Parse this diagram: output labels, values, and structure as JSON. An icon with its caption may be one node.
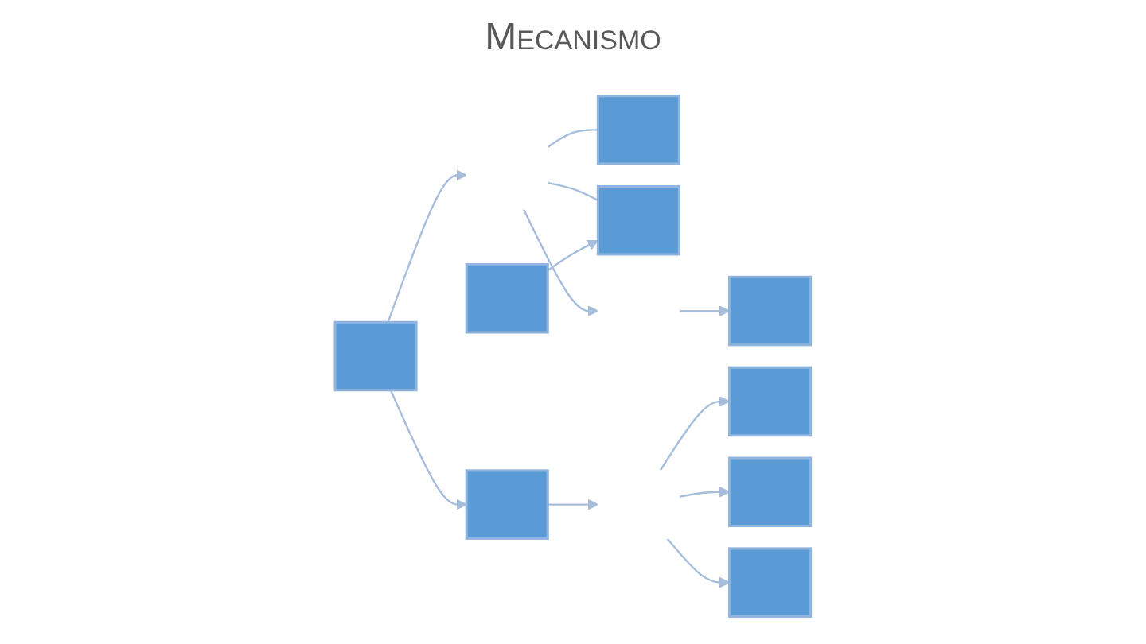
{
  "diagram": {
    "title": "Mecanismo",
    "nodes": [
      {
        "text": [],
        "shape": "box"
      },
      {
        "text": [],
        "shape": "text"
      },
      {
        "text": [],
        "shape": "box"
      },
      {
        "text": [],
        "shape": "box"
      },
      {
        "text": [],
        "shape": "box"
      },
      {
        "text": [],
        "shape": "box"
      },
      {
        "text": [],
        "shape": "text"
      },
      {
        "text": [],
        "shape": "box"
      },
      {
        "text": [],
        "shape": "text"
      },
      {
        "text": [],
        "shape": "box"
      },
      {
        "text": [],
        "shape": "box"
      },
      {
        "text": [],
        "shape": "box"
      }
    ],
    "edges": [
      {
        "from": 0,
        "to": 1,
        "arrow": "to"
      },
      {
        "from": 1,
        "to": 2,
        "arrow": "none"
      },
      {
        "from": 1,
        "to": 3,
        "arrow": "none"
      },
      {
        "from": 1,
        "to": 6,
        "arrow": "to"
      },
      {
        "from": 5,
        "to": 3,
        "arrow": "to"
      },
      {
        "from": 6,
        "to": 4,
        "arrow": "to"
      },
      {
        "from": 0,
        "to": 7,
        "arrow": "to"
      },
      {
        "from": 7,
        "to": 8,
        "arrow": "to"
      },
      {
        "from": 8,
        "to": 9,
        "arrow": "to"
      },
      {
        "from": 8,
        "to": 10,
        "arrow": "to"
      },
      {
        "from": 8,
        "to": 11,
        "arrow": "to"
      }
    ]
  }
}
